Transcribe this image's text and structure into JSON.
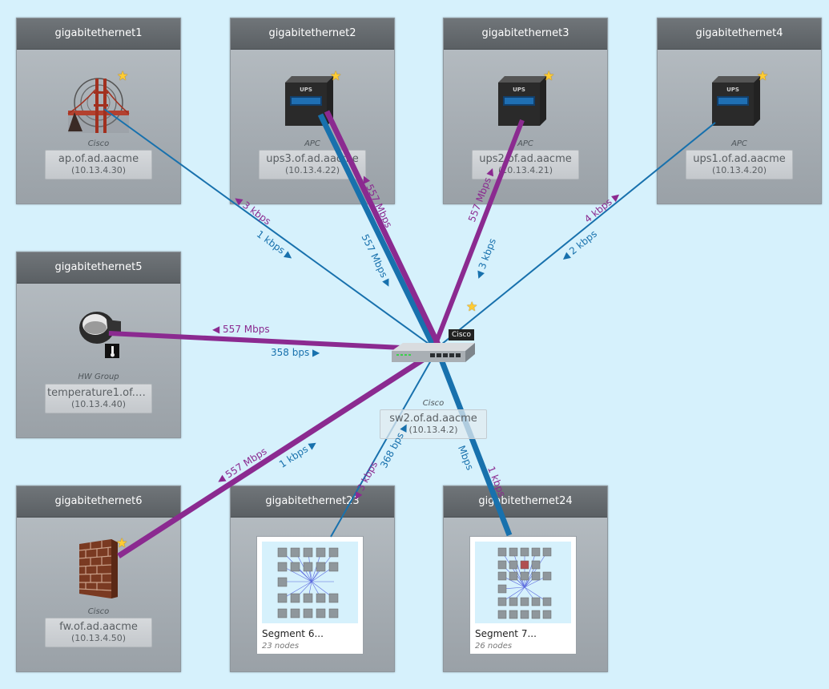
{
  "nodes": [
    {
      "port": "gigabitethernet1",
      "vendor": "Cisco",
      "name": "ap.of.ad.aacme",
      "ip": "(10.13.4.30)",
      "icon": "antenna-tower-icon"
    },
    {
      "port": "gigabitethernet2",
      "vendor": "APC",
      "name": "ups3.of.ad.aacme",
      "ip": "(10.13.4.22)",
      "icon": "ups-icon",
      "ups_text": "UPS"
    },
    {
      "port": "gigabitethernet3",
      "vendor": "APC",
      "name": "ups2.of.ad.aacme",
      "ip": "(10.13.4.21)",
      "icon": "ups-icon",
      "ups_text": "UPS"
    },
    {
      "port": "gigabitethernet4",
      "vendor": "APC",
      "name": "ups1.of.ad.aacme",
      "ip": "(10.13.4.20)",
      "icon": "ups-icon",
      "ups_text": "UPS"
    },
    {
      "port": "gigabitethernet5",
      "vendor": "HW Group",
      "name": "temperature1.of.a...",
      "ip": "(10.13.4.40)",
      "icon": "temperature-sensor-icon"
    },
    {
      "port": "gigabitethernet6",
      "vendor": "Cisco",
      "name": "fw.of.ad.aacme",
      "ip": "(10.13.4.50)",
      "icon": "firewall-icon"
    }
  ],
  "segments": [
    {
      "port": "gigabitethernet23",
      "name": "Segment 6...",
      "count": "23 nodes"
    },
    {
      "port": "gigabitethernet24",
      "name": "Segment 7...",
      "count": "26 nodes"
    }
  ],
  "center": {
    "vendor": "Cisco",
    "name": "sw2.of.ad.aacme",
    "ip": "(10.13.4.2)",
    "badge": "Cisco",
    "icon": "network-switch-icon"
  },
  "link_labels": {
    "gi1_in": "◀ 3 kbps",
    "gi1_out": "1 kbps ▶",
    "gi2_in": "◀ 557 Mbps",
    "gi2_out": "557 Mbps ▶",
    "gi3_in": "557 Mbps ▶",
    "gi3_out": "◀ 3 kbps",
    "gi4_in": "4 kbps ▶",
    "gi4_out": "◀ 2 kbps",
    "gi5_in": "◀ 557 Mbps",
    "gi5_out": "358 bps ▶",
    "gi6_in": "◀ 557 Mbps",
    "gi6_out": "1 kbps ▶",
    "gi23_in": "◀ 3 kbps",
    "gi23_out": "368 bps ▶",
    "gi24_in": "Mbps",
    "gi24_out": "1 kbps"
  },
  "colors": {
    "background": "#d6f1fc",
    "link_in": "#8b2a90",
    "link_out": "#1871ad",
    "header": "#62676b",
    "star": "#ffcc33"
  }
}
